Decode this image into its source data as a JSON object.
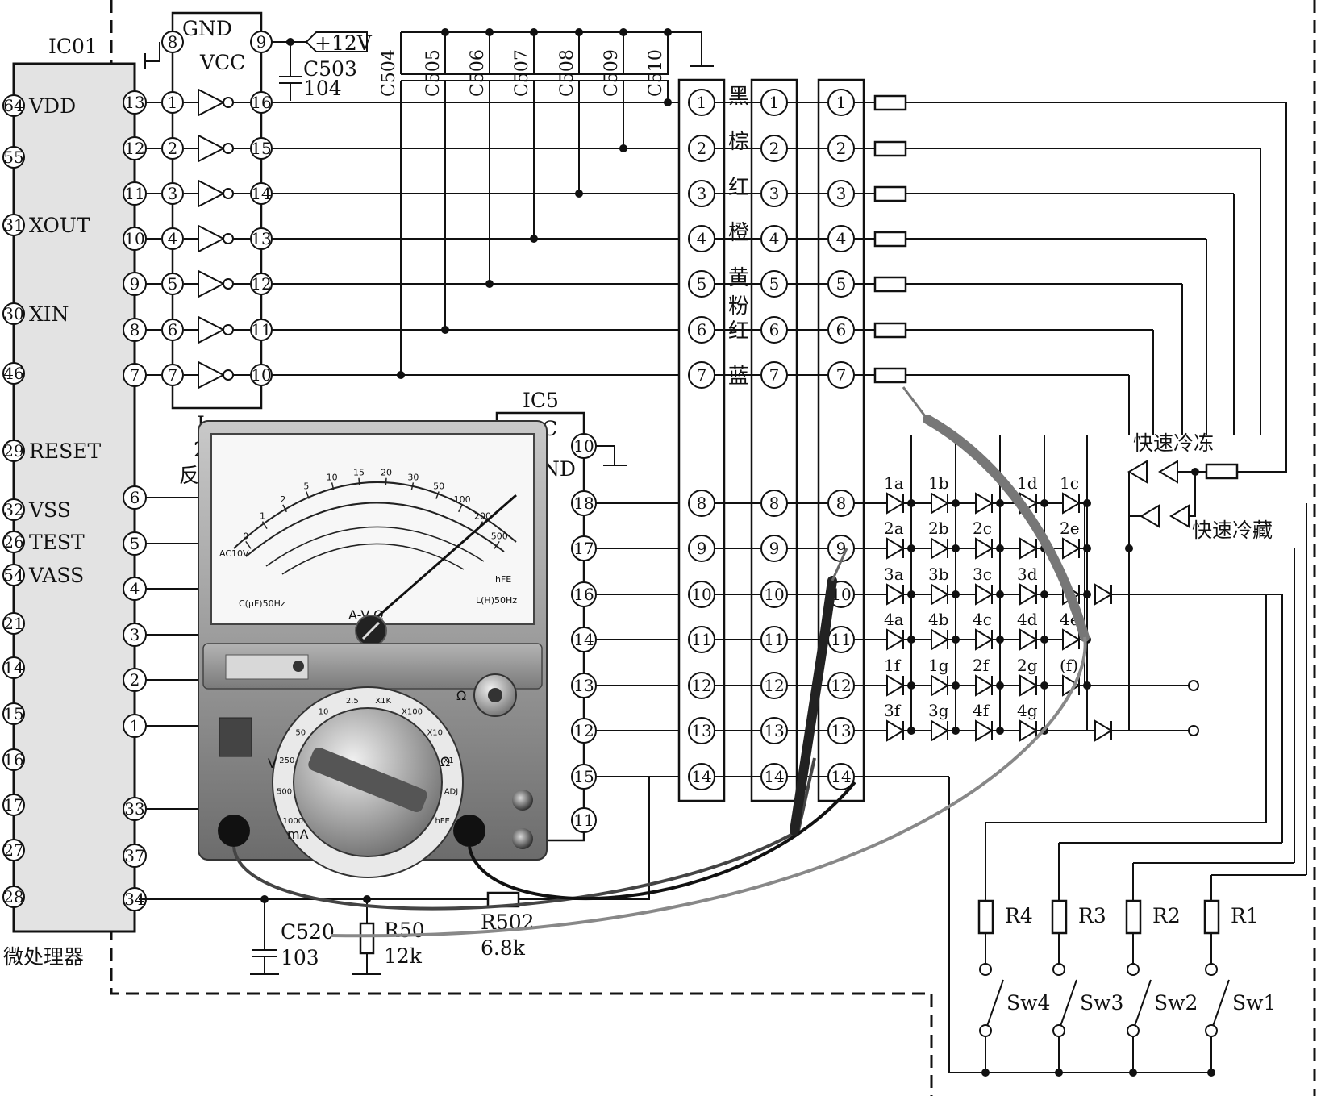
{
  "ic01": {
    "name": "IC01",
    "caption": "微处理器",
    "pins": [
      {
        "num": "64",
        "label": "VDD"
      },
      {
        "num": "55",
        "label": ""
      },
      {
        "num": "31",
        "label": "XOUT"
      },
      {
        "num": "30",
        "label": "XIN"
      },
      {
        "num": "46",
        "label": ""
      },
      {
        "num": "29",
        "label": "RESET"
      },
      {
        "num": "32",
        "label": "VSS"
      },
      {
        "num": "26",
        "label": "TEST"
      },
      {
        "num": "54",
        "label": "VASS"
      },
      {
        "num": "21",
        "label": ""
      },
      {
        "num": "14",
        "label": ""
      },
      {
        "num": "15",
        "label": ""
      },
      {
        "num": "16",
        "label": ""
      },
      {
        "num": "17",
        "label": ""
      },
      {
        "num": "27",
        "label": ""
      },
      {
        "num": "28",
        "label": ""
      }
    ],
    "right_pins_top": [
      "13",
      "12",
      "11",
      "10",
      "9",
      "8",
      "7"
    ],
    "right_pins_bottom": [
      "6",
      "5",
      "4",
      "3",
      "2",
      "1",
      "33",
      "37",
      "34"
    ]
  },
  "driver": {
    "gnd": "GND",
    "vcc": "VCC",
    "gnd_pin": "8",
    "vcc_pin": "9",
    "inputs": [
      "1",
      "2",
      "3",
      "4",
      "5",
      "6",
      "7"
    ],
    "outputs": [
      "16",
      "15",
      "14",
      "13",
      "12",
      "11",
      "10"
    ]
  },
  "power": {
    "label": "+12V"
  },
  "caps": {
    "c503": "C503",
    "c503_value": "104",
    "bank": [
      "C504",
      "C505",
      "C506",
      "C507",
      "C508",
      "C509",
      "C510"
    ]
  },
  "ic5": {
    "name": "IC5",
    "pins": [
      "10",
      "18",
      "17",
      "16",
      "14",
      "13",
      "12",
      "15",
      "11"
    ],
    "partial_labels": [
      "C",
      "ND",
      "反",
      "2",
      "I"
    ]
  },
  "connector": {
    "pins": [
      "1",
      "2",
      "3",
      "4",
      "5",
      "6",
      "7",
      "8",
      "9",
      "10",
      "11",
      "12",
      "13",
      "14"
    ],
    "colors": [
      "黑",
      "棕",
      "红",
      "橙",
      "黄",
      "粉",
      "红",
      "蓝"
    ]
  },
  "matrix": {
    "row1": [
      "1a",
      "1b",
      "",
      "1d",
      "1c"
    ],
    "row2": [
      "2a",
      "2b",
      "2c",
      "",
      "2e"
    ],
    "row3": [
      "3a",
      "3b",
      "3c",
      "3d",
      ""
    ],
    "row4": [
      "4a",
      "4b",
      "4c",
      "4d",
      "4e"
    ],
    "row5": [
      "1f",
      "1g",
      "2f",
      "2g",
      "(f)"
    ],
    "row6": [
      "3f",
      "3g",
      "4f",
      "4g"
    ]
  },
  "indicators": {
    "quick_freeze": "快速冷冻",
    "quick_cool": "快速冷藏"
  },
  "keys": {
    "resistors": [
      "R4",
      "R3",
      "R2",
      "R1"
    ],
    "switches": [
      "Sw4",
      "Sw3",
      "Sw2",
      "Sw1"
    ]
  },
  "reset_parts": {
    "c520": "C520",
    "c520_value": "103",
    "r50": "R50",
    "r50_value": "12k",
    "r502": "R502",
    "r502_value": "6.8k"
  },
  "multimeter": {
    "dial_label": "A-V-Ω",
    "scale_marks": [
      "500",
      "200",
      "100",
      "50",
      "30",
      "20",
      "15",
      "10",
      "5",
      "2",
      "1",
      "0"
    ],
    "range_labels": [
      "V",
      "Ω",
      "mA"
    ],
    "range_values": [
      "1000",
      "500",
      "250",
      "50",
      "10",
      "2.5",
      "X1K",
      "X100",
      "X10",
      "X1",
      "ADJ",
      "hFE"
    ],
    "footnotes": [
      "AC10V",
      "C(μF)50Hz",
      "hFE",
      "L(H)50Hz"
    ]
  }
}
